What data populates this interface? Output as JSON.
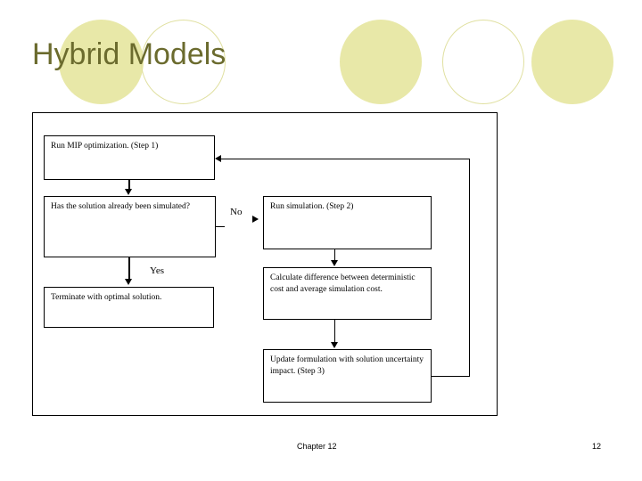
{
  "slide": {
    "title": "Hybrid Models",
    "accent_color": "#e8e8a8",
    "title_color": "#6b6b2e",
    "line_color": "#000000"
  },
  "decor": {
    "circles": [
      {
        "name": "circle-1",
        "style": "filled",
        "fill": "#e8e8a8"
      },
      {
        "name": "circle-2",
        "style": "outline",
        "stroke": "#e0e0a0"
      },
      {
        "name": "circle-3",
        "style": "filled",
        "fill": "#e8e8a8"
      },
      {
        "name": "circle-4",
        "style": "outline",
        "stroke": "#e0e0a0"
      },
      {
        "name": "circle-5",
        "style": "filled",
        "fill": "#e8e8a8"
      }
    ]
  },
  "flowchart": {
    "nodes": {
      "run_mip": "Run MIP optimization. (Step 1)",
      "decision": "Has the solution already been simulated?",
      "terminate": "Terminate with optimal solution.",
      "run_simulation": "Run simulation. (Step 2)",
      "calculate_difference": "Calculate difference between deterministic cost and average simulation cost.",
      "update_formulation": "Update formulation with solution uncertainty impact. (Step 3)"
    },
    "edge_labels": {
      "yes": "Yes",
      "no": "No"
    }
  },
  "footer": {
    "chapter": "Chapter 12",
    "page_number": "12"
  }
}
